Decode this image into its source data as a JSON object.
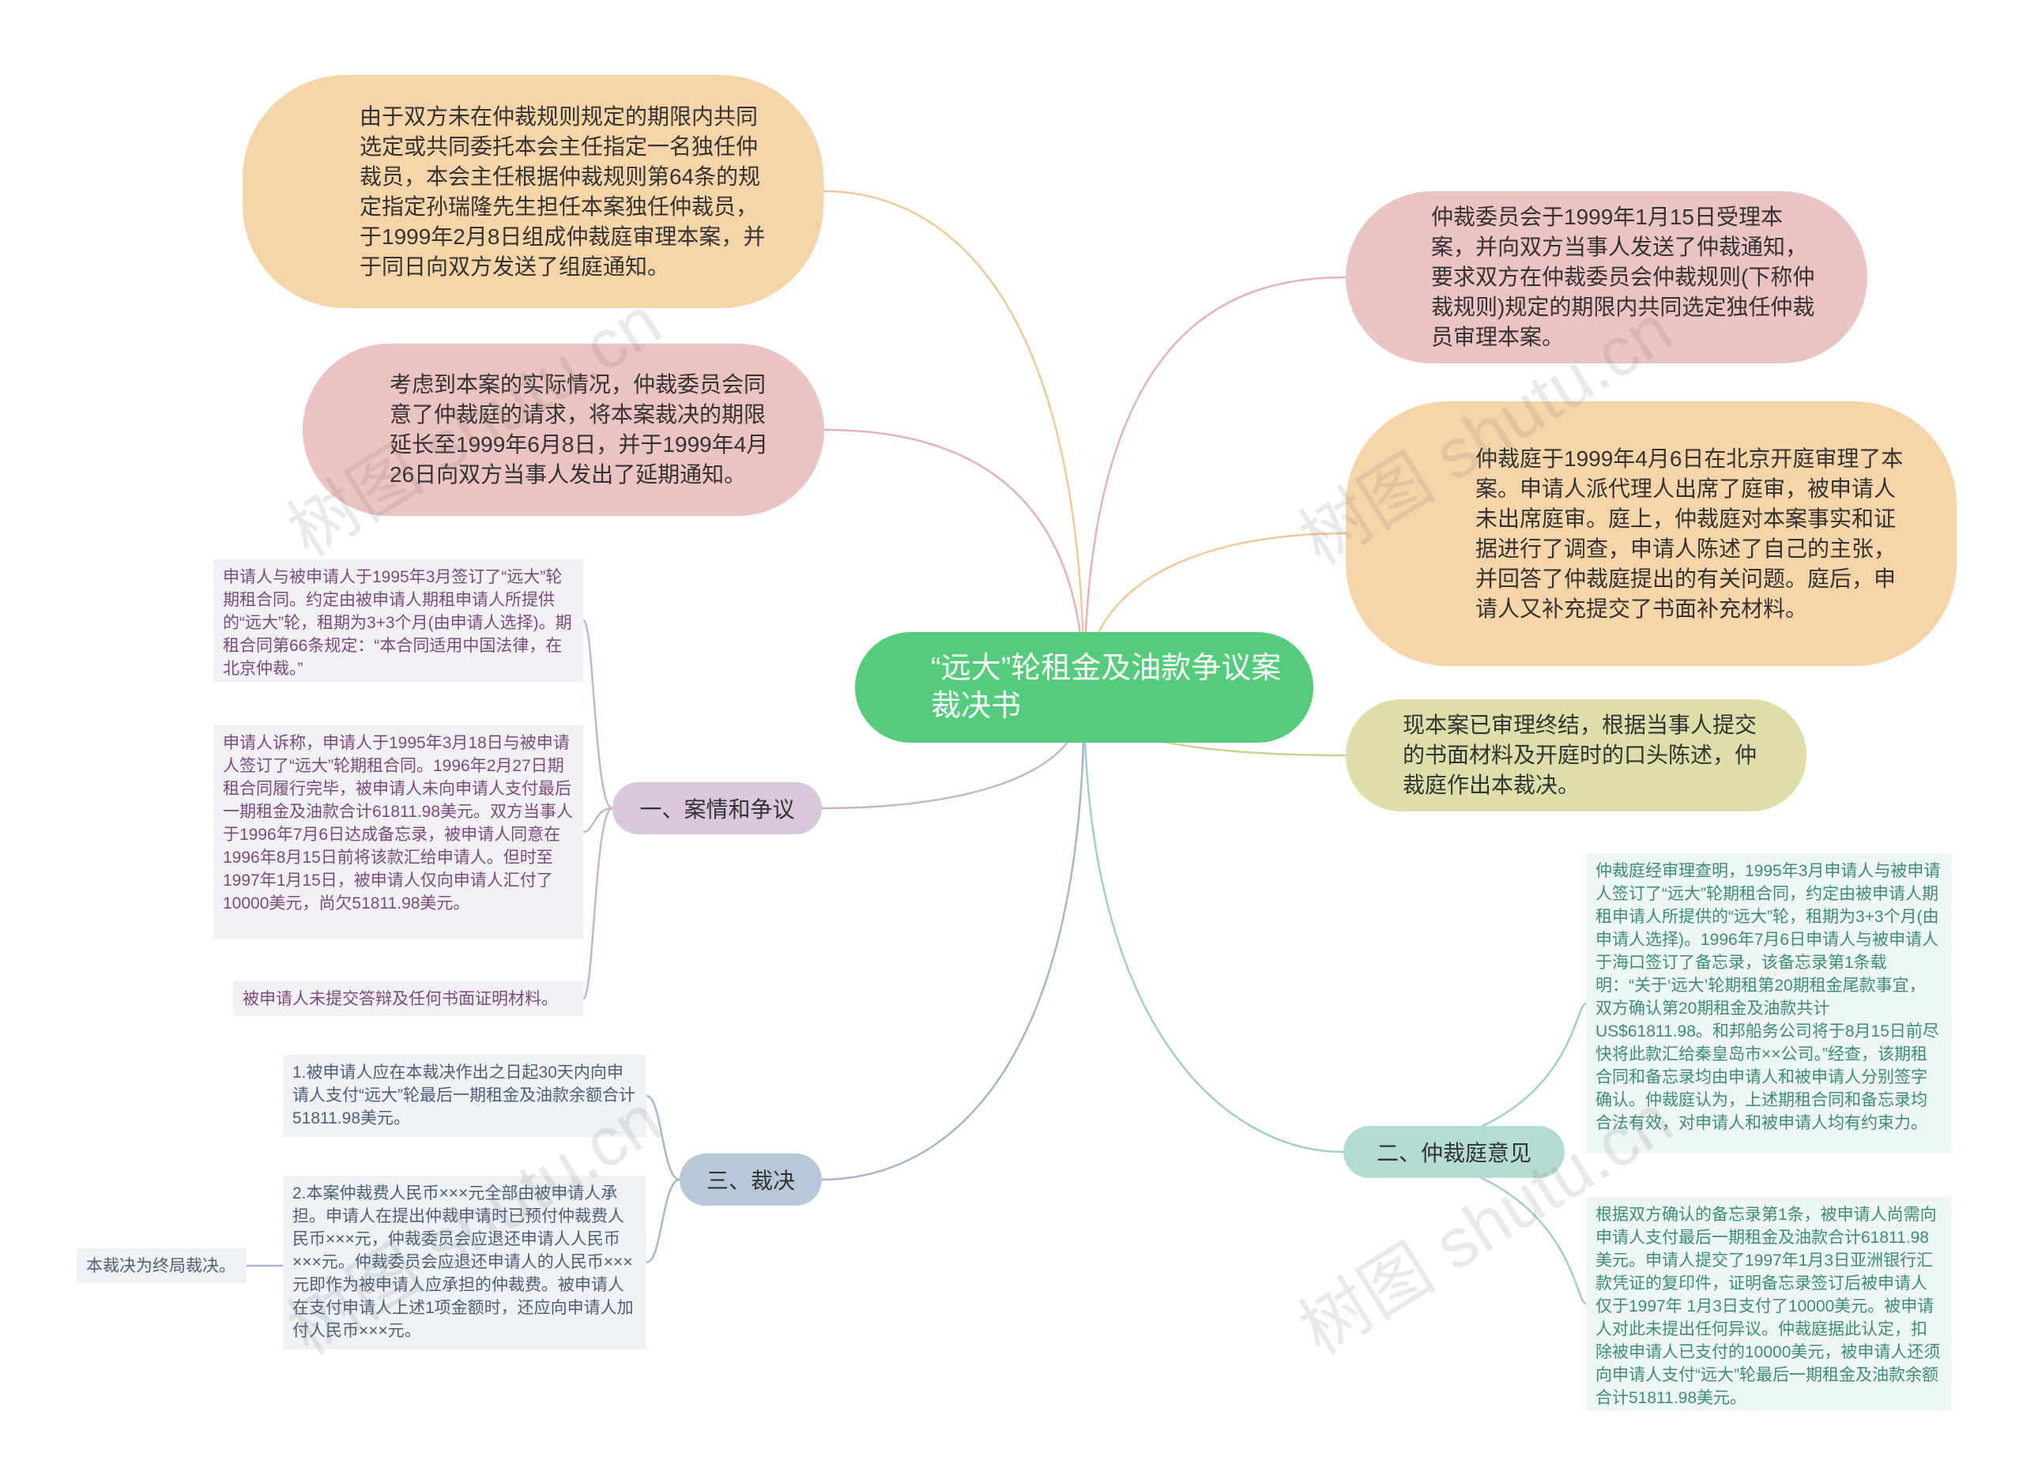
{
  "center": {
    "title": "“远大”轮租金及油款争议案裁决书"
  },
  "bubbles": {
    "tl1": "由于双方未在仲裁规则规定的期限内共同选定或共同委托本会主任指定一名独任仲裁员，本会主任根据仲裁规则第64条的规定指定孙瑞隆先生担任本案独任仲裁员，于1999年2月8日组成仲裁庭审理本案，并于同日向双方发送了组庭通知。",
    "tl2": "考虑到本案的实际情况，仲裁委员会同意了仲裁庭的请求，将本案裁决的期限延长至1999年6月8日，并于1999年4月26日向双方当事人发出了延期通知。",
    "tr1": "仲裁委员会于1999年1月15日受理本案，并向双方当事人发送了仲裁通知，要求双方在仲裁委员会仲裁规则(下称仲裁规则)规定的期限内共同选定独任仲裁员审理本案。",
    "tr2": "仲裁庭于1999年4月6日在北京开庭审理了本案。申请人派代理人出席了庭审，被申请人未出席庭审。庭上，仲裁庭对本案事实和证据进行了调查，申请人陈述了自己的主张，并回答了仲裁庭提出的有关问题。庭后，申请人又补充提交了书面补充材料。",
    "tr3": "现本案已审理终结，根据当事人提交的书面材料及开庭时的口头陈述，仲裁庭作出本裁决。"
  },
  "branches": {
    "b1": "一、案情和争议",
    "b2": "二、仲裁庭意见",
    "b3": "三、裁决"
  },
  "leaves": {
    "l1": "申请人与被申请人于1995年3月签订了“远大”轮期租合同。约定由被申请人期租申请人所提供的“远大”轮，租期为3+3个月(由申请人选择)。期租合同第66条规定：“本合同适用中国法律，在北京仲裁。”",
    "l2": "申请人诉称，申请人于1995年3月18日与被申请人签订了“远大”轮期租合同。1996年2月27日期租合同履行完毕，被申请人未向申请人支付最后一期租金及油款合计61811.98美元。双方当事人于1996年7月6日达成备忘录，被申请人同意在1996年8月15日前将该款汇给申请人。但时至 1997年1月15日，被申请人仅向申请人汇付了10000美元，尚欠51811.98美元。",
    "l3": "被申请人未提交答辩及任何书面证明材料。",
    "l4": "仲裁庭经审理查明，1995年3月申请人与被申请人签订了“远大”轮期租合同，约定由被申请人期租申请人所提供的“远大”轮，租期为3+3个月(由申请人选择)。1996年7月6日申请人与被申请人于海口签订了备忘录，该备忘录第1条载明：“关于‘远大’轮期租第20期租金尾款事宜，双方确认第20期租金及油款共计US$61811.98。和邦船务公司将于8月15日前尽快将此款汇给秦皇岛市××公司。”经查，该期租合同和备忘录均由申请人和被申请人分别签字确认。仲裁庭认为，上述期租合同和备忘录均合法有效，对申请人和被申请人均有约束力。",
    "l5": "根据双方确认的备忘录第1条，被申请人尚需向申请人支付最后一期租金及油款合计61811.98美元。申请人提交了1997年1月3日亚洲银行汇款凭证的复印件，证明备忘录签订后被申请人仅于1997年 1月3日支付了10000美元。被申请人对此未提出任何异议。仲裁庭据此认定，扣除被申请人已支付的10000美元，被申请人还须向申请人支付“远大”轮最后一期租金及油款余额合计51811.98美元。",
    "l6": "1.被申请人应在本裁决作出之日起30天内向申请人支付“远大”轮最后一期租金及油款余额合计51811.98美元。",
    "l7": "2.本案仲裁费人民币×××元全部由被申请人承担。申请人在提出仲裁申请时已预付仲裁费人民币×××元，仲裁委员会应退还申请人人民币×××元。仲裁委员会应退还申请人的人民币×××元即作为被申请人应承担的仲裁费。被申请人在支付申请人上述1项金额时，还应向申请人加付人民币×××元。",
    "l8": "本裁决为终局裁决。"
  },
  "watermark": "树图 shutu.cn",
  "colors": {
    "center": "#54cc7b",
    "peach": "#f5d5a8",
    "pink": "#ebc3c3",
    "olive": "#dddea9",
    "purple_branch": "#d8c8dc",
    "teal_branch": "#b5dcd4",
    "slate_branch": "#b8c7d9"
  }
}
